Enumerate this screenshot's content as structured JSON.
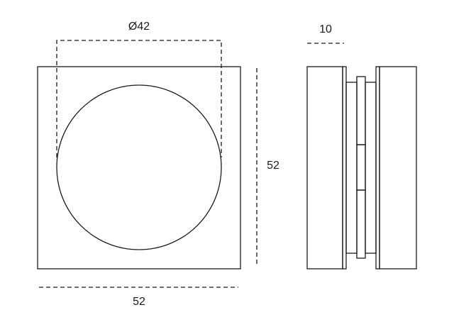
{
  "dimensions": {
    "circle_diameter": "Ø42",
    "side_width": "10",
    "height": "52",
    "width": "52"
  }
}
